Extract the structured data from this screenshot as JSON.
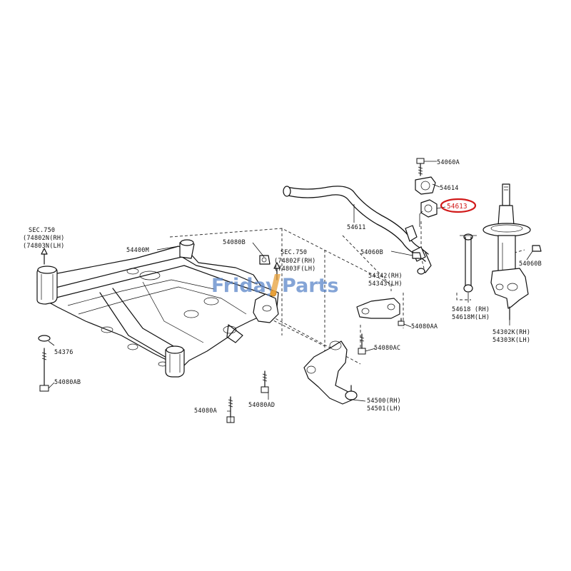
{
  "watermark": {
    "left_text": "Friday",
    "right_text": "Parts",
    "color": "#5b86c9"
  },
  "highlight": {
    "label": "54613",
    "color": "#d11a1a"
  },
  "labels": {
    "sec750_left": "SEC.750",
    "ref_74802n": "(74802N(RH)",
    "ref_74803n": "(74803N(LH)",
    "p54400m": "54400M",
    "p54080b": "54080B",
    "sec750_mid": "SEC.750",
    "ref_74802f": "(74802F(RH)",
    "ref_74803f": "(74803F(LH)",
    "p54611": "54611",
    "p54060b_left": "54060B",
    "p54342": "54342(RH)",
    "p54343": "54343(LH)",
    "p54060a": "54060A",
    "p54614": "54614",
    "p54060b_right": "54060B",
    "p54618": "54618 (RH)",
    "p54618m": "54618M(LH)",
    "p54080aa": "54080AA",
    "p54302k": "54302K(RH)",
    "p54303k": "54303K(LH)",
    "p54080ac": "54080AC",
    "p54376": "54376",
    "p54080ab": "54080AB",
    "p54500": "54500(RH)",
    "p54501": "54501(LH)",
    "p54080ad": "54080AD",
    "p54080a": "54080A"
  }
}
